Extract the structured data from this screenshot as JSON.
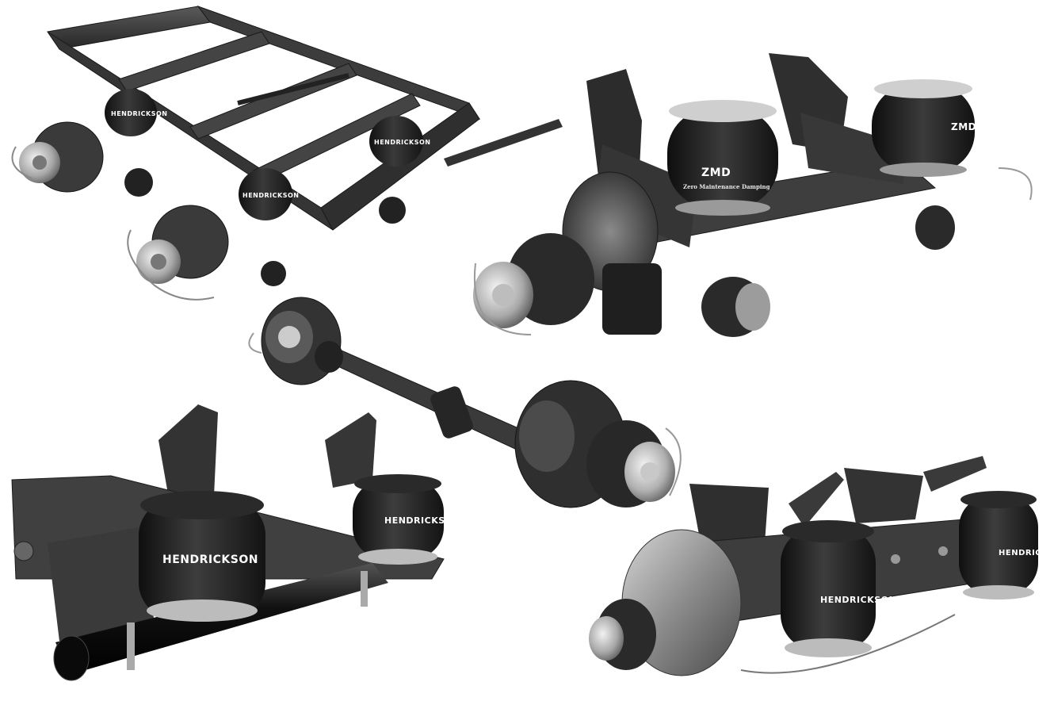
{
  "scene": {
    "background": "#ffffff",
    "palette": {
      "steel_dark": "#2e2e2e",
      "steel_mid": "#4a4a4a",
      "steel_light": "#6c6c6c",
      "airbag_black": "#1c1c1c",
      "chrome": "#d8d8d8",
      "highlight": "#9a9a9a"
    }
  },
  "products": [
    {
      "id": "trailer-frame-suspension",
      "brand_labels": [
        "HENDRICKSON",
        "HENDRICKSON",
        "HENDRICKSON"
      ]
    },
    {
      "id": "zmd-suspension",
      "brand_labels": [
        "ZMD",
        "ZMD"
      ],
      "tagline": "Zero Maintenance Damping"
    },
    {
      "id": "disc-brake-axle",
      "brand_labels": []
    },
    {
      "id": "hendrickson-air-suspension-left",
      "brand_labels": [
        "HENDRICKSON",
        "HENDRICKSON"
      ]
    },
    {
      "id": "hendrickson-air-suspension-drum",
      "brand_labels": [
        "HENDRICKSON",
        "HENDRICKSON"
      ]
    }
  ]
}
